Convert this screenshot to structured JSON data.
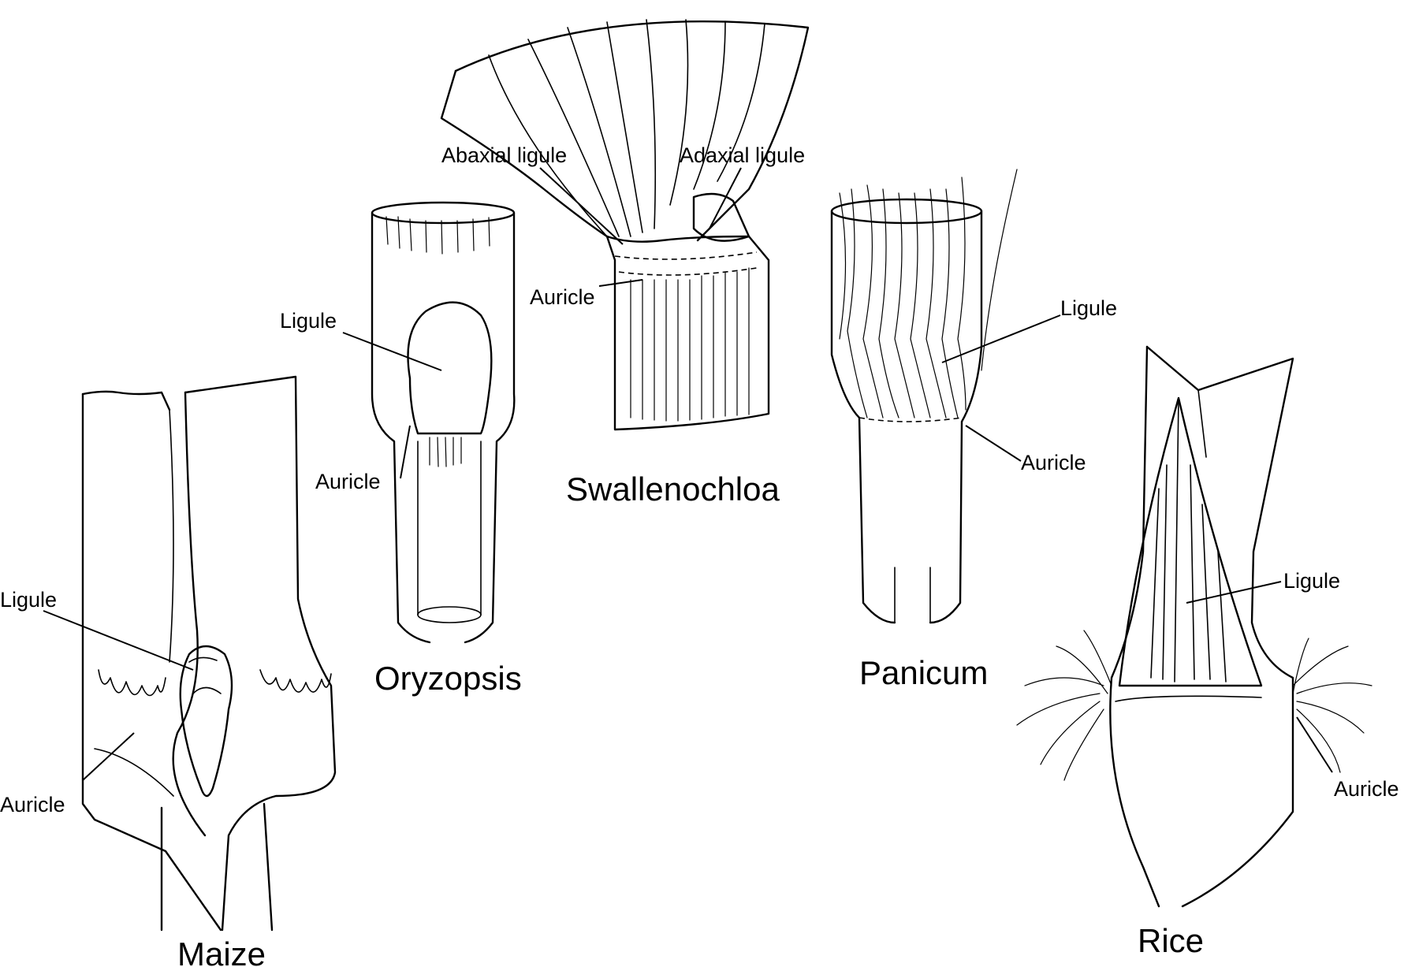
{
  "labels": {
    "ligule": "Ligule",
    "auricle": "Auricle",
    "abaxial_ligule": "Abaxial ligule",
    "adaxial_ligule": "Adaxial ligule"
  },
  "species": {
    "maize": "Maize",
    "oryzopsis": "Oryzopsis",
    "swallenochloa": "Swallenochloa",
    "panicum": "Panicum",
    "rice": "Rice"
  }
}
